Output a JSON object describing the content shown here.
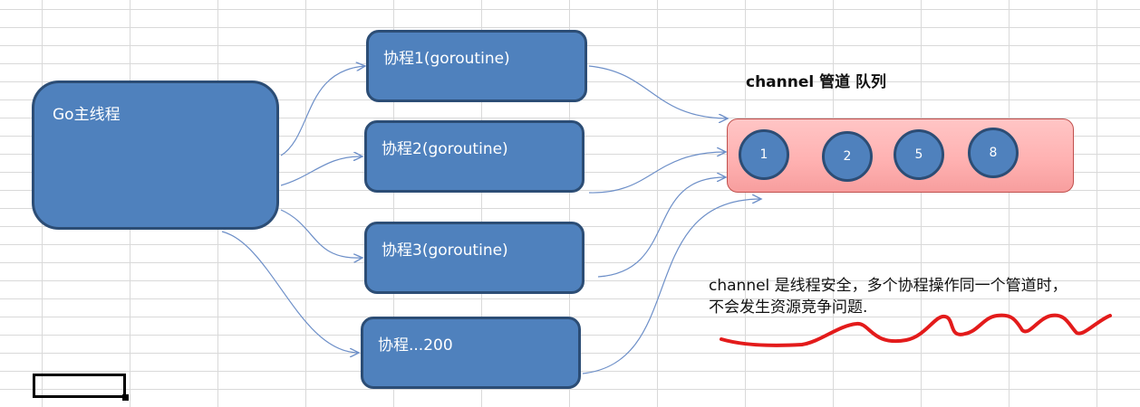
{
  "main_thread": {
    "label": "Go主线程"
  },
  "goroutines": [
    {
      "label": "协程1(goroutine)"
    },
    {
      "label": "协程2(goroutine)"
    },
    {
      "label": "协程3(goroutine)"
    },
    {
      "label": "协程...200"
    }
  ],
  "channel": {
    "title": "channel 管道 队列",
    "items": [
      "1",
      "2",
      "5",
      "8"
    ]
  },
  "note": {
    "line1": "channel 是线程安全，多个协程操作同一个管道时，",
    "line2": "不会发生资源竞争问题."
  },
  "colors": {
    "box_fill": "#4f81bd",
    "box_border": "#2c4d75",
    "arrow": "#6d8fc8",
    "queue_fill": "#ffb8b8",
    "underline": "#e31b1b"
  }
}
